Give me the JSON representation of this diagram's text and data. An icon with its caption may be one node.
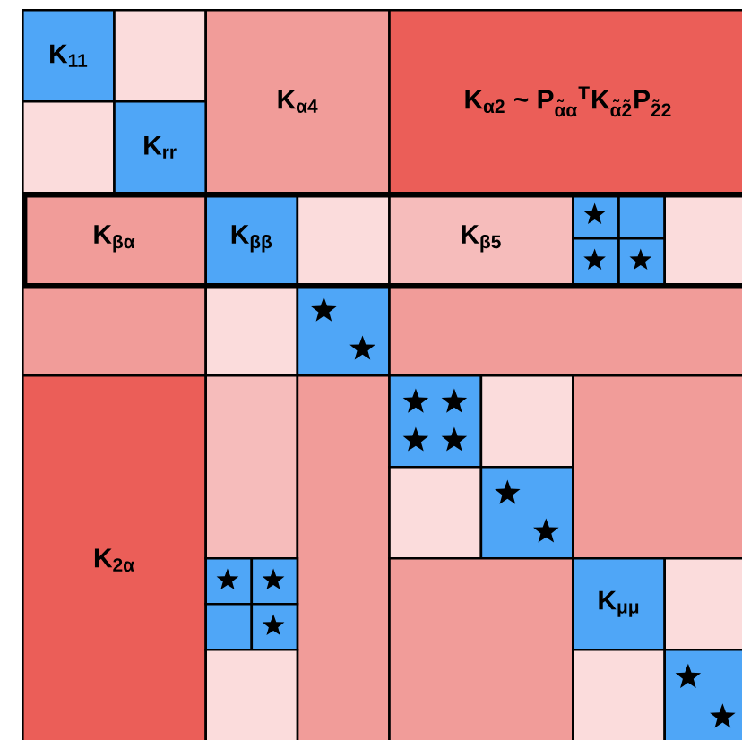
{
  "diagram": {
    "nodes": [
      {
        "text": [
          "K$_{11}$"
        ]
      },
      {
        "text": [],
        "shape": "box"
      },
      {
        "text": [
          "K$_{α4}$"
        ]
      },
      {
        "text": [
          "K$_{α2}$ ~ P$_{α̃α}$$^{T}$K$_{α̃2̃}$P$_{2̃2}$"
        ]
      },
      {
        "text": [],
        "shape": "box"
      },
      {
        "text": [
          "K$_{rr}$"
        ]
      },
      {
        "text": [],
        "shape": "band"
      },
      {
        "text": [
          "K$_{βα}$"
        ],
        "in": 6
      },
      {
        "text": [
          "K$_{ββ}$"
        ],
        "in": 6
      },
      {
        "text": [],
        "shape": "box",
        "in": 6
      },
      {
        "text": [
          "K$_{β5}$"
        ],
        "in": 6
      },
      {
        "text": [],
        "shape": "box",
        "in": 6
      },
      {
        "text": [],
        "shape": "box",
        "in": 6
      },
      {
        "text": [],
        "shape": "box",
        "in": 6
      },
      {
        "text": [],
        "shape": "box",
        "in": 6
      },
      {
        "text": [],
        "shape": "box",
        "in": 6
      },
      {
        "text": [],
        "shape": "box"
      },
      {
        "text": [],
        "shape": "box"
      },
      {
        "text": [],
        "shape": "box"
      },
      {
        "text": [],
        "shape": "box"
      },
      {
        "text": [
          "K$_{2α}$"
        ]
      },
      {
        "text": [],
        "shape": "box"
      },
      {
        "text": [],
        "shape": "box"
      },
      {
        "text": [],
        "shape": "box"
      },
      {
        "text": [],
        "shape": "box"
      },
      {
        "text": [],
        "shape": "box"
      },
      {
        "text": [],
        "shape": "box"
      },
      {
        "text": [],
        "shape": "box"
      },
      {
        "text": [],
        "shape": "box"
      },
      {
        "text": [],
        "shape": "box"
      },
      {
        "text": [],
        "shape": "box"
      },
      {
        "text": [],
        "shape": "box"
      },
      {
        "text": [],
        "shape": "box"
      },
      {
        "text": [
          "K$_{μμ}$"
        ]
      },
      {
        "text": [],
        "shape": "box"
      },
      {
        "text": [],
        "shape": "box"
      },
      {
        "text": [],
        "shape": "box"
      },
      {
        "text": [],
        "shape": "box"
      }
    ]
  }
}
